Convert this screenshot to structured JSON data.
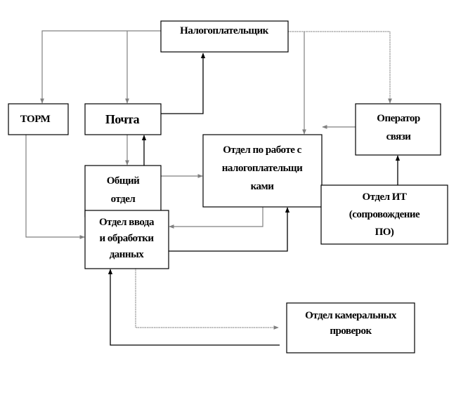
{
  "nodes": {
    "taxpayer": {
      "lines": [
        "Налогоплательщик"
      ]
    },
    "torm": {
      "lines": [
        "ТОРМ"
      ]
    },
    "post": {
      "lines": [
        "Почта"
      ]
    },
    "general": {
      "lines": [
        "Общий",
        "отдел"
      ]
    },
    "taxpayer_dept": {
      "lines": [
        "Отдел по работе с",
        "налогоплательщи",
        "ками"
      ]
    },
    "operator": {
      "lines": [
        "Оператор",
        "связи"
      ]
    },
    "it": {
      "lines": [
        "Отдел ИТ",
        "(сопровождение",
        "ПО)"
      ]
    },
    "input": {
      "lines": [
        "Отдел ввода",
        "и обработки",
        "данных"
      ]
    },
    "audit": {
      "lines": [
        "Отдел камеральных",
        "проверок"
      ]
    }
  },
  "colors": {
    "primary_flow": "#000000",
    "secondary_flow": "#808080"
  }
}
